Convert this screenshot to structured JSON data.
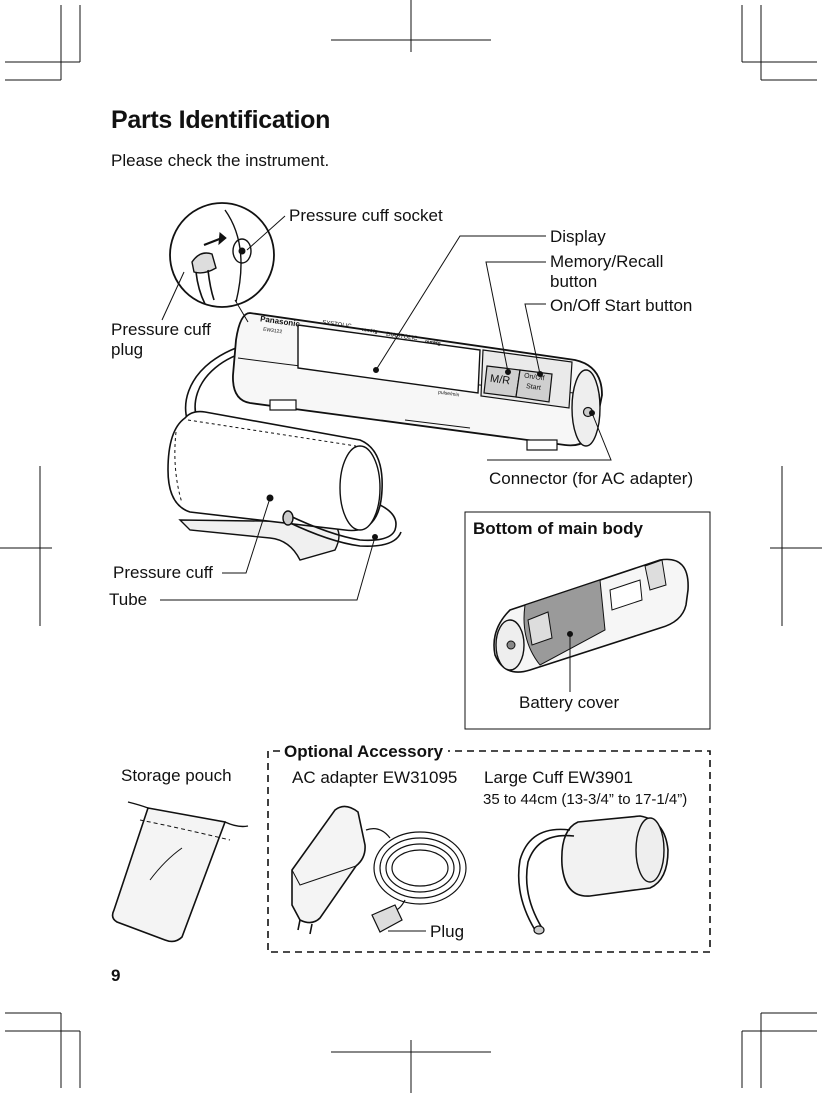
{
  "page": {
    "title": "Parts Identification",
    "subtitle": "Please check the instrument.",
    "page_number": "9"
  },
  "labels": {
    "pressure_cuff_socket": "Pressure cuff socket",
    "display": "Display",
    "memory_recall_line1": "Memory/Recall",
    "memory_recall_line2": "button",
    "on_off_start": "On/Off Start button",
    "pressure_cuff_plug_line1": "Pressure cuff",
    "pressure_cuff_plug_line2": "plug",
    "connector": "Connector (for AC adapter)",
    "pressure_cuff": "Pressure cuff",
    "tube": "Tube"
  },
  "device": {
    "brand": "Panasonic",
    "model": "EW3122",
    "systolic": "SYSTOLIC",
    "diastolic": "DIASTOLIC",
    "mmhg": "mmHg",
    "pulse": "pulse/min",
    "mr_button": "M/R",
    "onoff_line1": "On/Off",
    "onoff_line2": "Start"
  },
  "bottom_box": {
    "heading": "Bottom of main body",
    "battery_cover": "Battery cover"
  },
  "storage": {
    "label": "Storage pouch"
  },
  "optional": {
    "heading": "Optional Accessory",
    "ac_adapter": "AC adapter EW31095",
    "large_cuff": "Large Cuff EW3901",
    "large_cuff_size": "35 to 44cm (13-3/4” to 17-1/4”)",
    "plug": "Plug"
  }
}
